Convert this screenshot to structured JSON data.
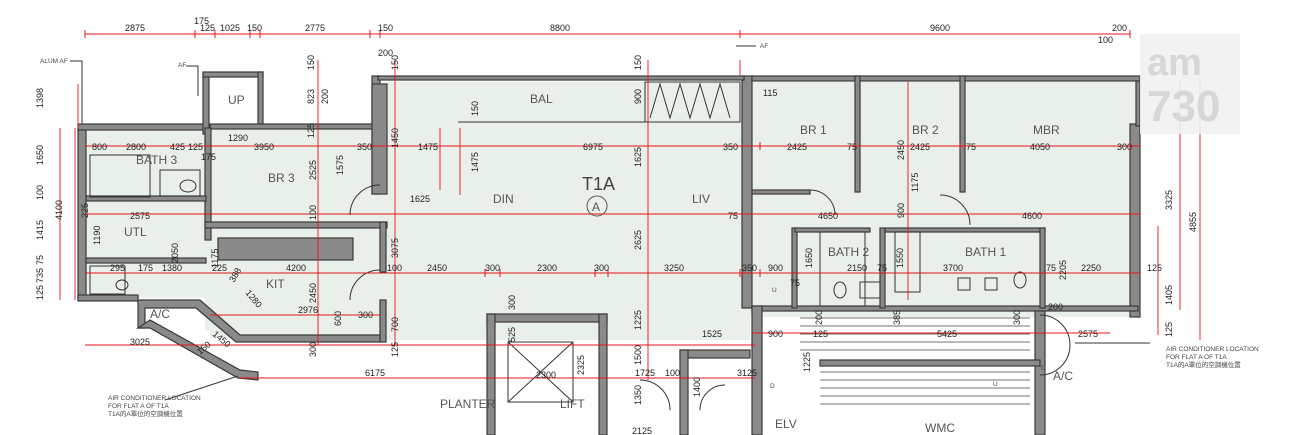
{
  "plan": {
    "flat_label": "T1A",
    "flat_marker": "A",
    "rooms": {
      "bal": "BAL",
      "br1": "BR 1",
      "br2": "BR 2",
      "mbr": "MBR",
      "br3": "BR 3",
      "bath3": "BATH 3",
      "up": "UP",
      "din": "DIN",
      "liv": "LIV",
      "utl": "UTL",
      "kit": "KIT",
      "bath2": "BATH 2",
      "bath1": "BATH 1",
      "ac_left": "A/C",
      "ac_right": "A/C",
      "planter": "PLANTER",
      "lift": "LIFT",
      "elv": "ELV",
      "wmc": "WMC"
    },
    "labels": {
      "alum_af": "ALUM AF",
      "af_left": "AF",
      "af_right": "AF",
      "u1": "U",
      "u2": "U",
      "d1": "D",
      "d2": "D"
    },
    "notes": {
      "left": [
        "AIR CONDITIONER LOCATION",
        "FOR FLAT A OF T1A",
        "T1A的A單位的空調機位置"
      ],
      "right": [
        "AIR CONDITIONER LOCATION",
        "FOR FLAT A OF T1A",
        "T1A的A單位的空調機位置"
      ]
    },
    "dims": {
      "top_2875": "2875",
      "top_175": "175",
      "top_125": "125",
      "top_1025": "1025",
      "top_150a": "150",
      "top_2775": "2775",
      "top_150b": "150",
      "top_8800": "8800",
      "top_9600": "9600",
      "top_200": "200",
      "top_100": "100",
      "top_200b": "200",
      "top_150c": "150",
      "l_1398": "1398",
      "l_1650": "1650",
      "l_4100": "4100",
      "l_1415": "1415",
      "l_735": "735",
      "l_125": "125",
      "l_100": "100",
      "l_75": "75",
      "h_800": "800",
      "h_2800": "2800",
      "h_425": "425",
      "h_125": "125",
      "h_1290": "1290",
      "h_3950": "3950",
      "h_350a": "350",
      "h_1475": "1475",
      "h_6975": "6975",
      "h_350b": "350",
      "h_2425a": "2425",
      "h_75a": "75",
      "h_2425b": "2425",
      "h_75b": "75",
      "h_4050": "4050",
      "h_300": "300",
      "h_175": "175",
      "h_2575": "2575",
      "h_1625": "1625",
      "h_4650": "4650",
      "h_4600": "4600",
      "h_75c": "75",
      "h_295": "295",
      "h_175b": "175",
      "h_1380": "1380",
      "h_225": "225",
      "h_4200": "4200",
      "h_100": "100",
      "h_2450": "2450",
      "h_300b": "300",
      "h_2300": "2300",
      "h_300c": "300",
      "h_3250": "3250",
      "h_350c": "350",
      "h_900": "900",
      "h_2150": "2150",
      "h_75d": "75",
      "h_3700": "3700",
      "h_75e": "75",
      "h_2250": "2250",
      "h_125b": "125",
      "h_2976": "2976",
      "h_600": "600",
      "h_300d": "300",
      "h_1525": "1525",
      "h_900b": "900",
      "h_125c": "125",
      "h_5425": "5425",
      "h_200": "200",
      "h_2575b": "2575",
      "h_3025": "3025",
      "h_6175": "6175",
      "h_2300b": "2300",
      "h_1725": "1725",
      "h_100b": "100",
      "h_3125": "3125",
      "h_2125": "2125",
      "h_1450": "1450",
      "h_150": "150",
      "h_1280": "1280",
      "h_388": "388",
      "v_150": "150",
      "v_823": "823",
      "v_200": "200",
      "v_125": "125",
      "v_150b": "150",
      "v_900": "900",
      "v_150c": "150",
      "v_1450": "1450",
      "v_1575": "1575",
      "v_2525": "2525",
      "v_100": "100",
      "v_3075": "3075",
      "v_2450": "2450",
      "v_700": "700",
      "v_300": "300",
      "v_125b": "125",
      "v_1625": "1625",
      "v_2625": "2625",
      "v_1225": "1225",
      "v_1500": "1500",
      "v_1400": "1400",
      "v_1350": "1350",
      "v_2325": "2325",
      "v_525": "525",
      "v_300b": "300",
      "v_2450b": "2450",
      "v_1175": "1175",
      "v_900c": "900",
      "v_1650": "1650",
      "v_1550": "1550",
      "v_2205": "2205",
      "v_3325": "3325",
      "v_4855": "4855",
      "v_1405": "1405",
      "v_125c": "125",
      "v_1190": "1190",
      "v_225": "225",
      "v_2050": "2050",
      "v_1175b": "1175",
      "v_1475": "1475",
      "v_150d": "150",
      "v_115": "115",
      "v_75": "75",
      "v_200b": "200",
      "v_1225b": "1225",
      "v_300c": "300",
      "v_385": "385"
    }
  },
  "logo": {
    "line1": "am",
    "line2": "730"
  }
}
